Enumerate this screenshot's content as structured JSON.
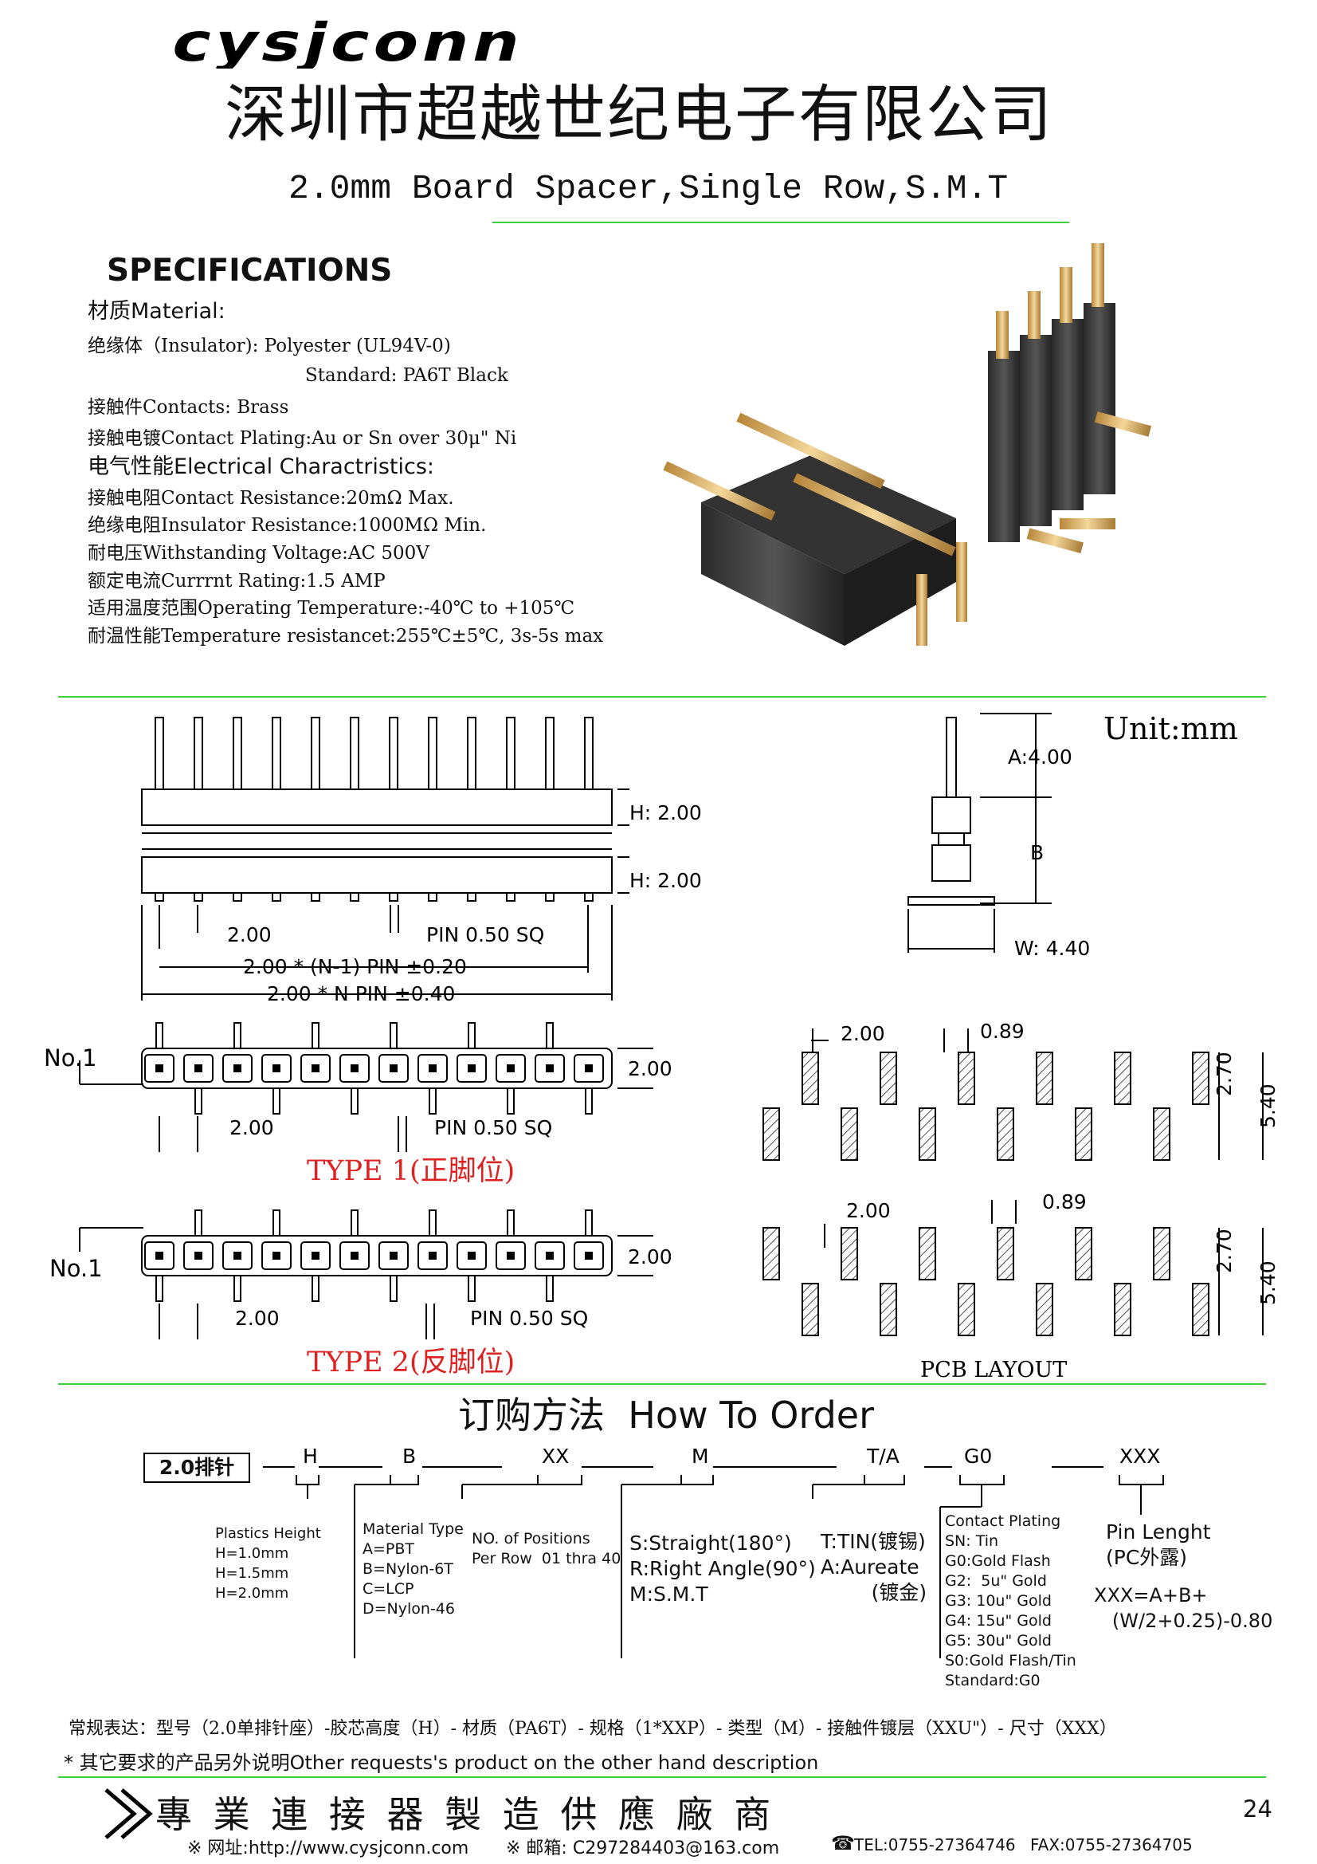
{
  "header": {
    "brand": "cysjconn",
    "company_cn": "深圳市超越世纪电子有限公司",
    "product_title": "2.0mm Board Spacer,Single Row,S.M.T"
  },
  "specs": {
    "heading": "SPECIFICATIONS",
    "material_heading": "材质Material:",
    "insulator": "绝缘体（Insulator): Polyester (UL94V-0)",
    "insulator_standard": "Standard: PA6T Black",
    "contacts": "接触件Contacts: Brass",
    "plating": "接触电镀Contact Plating:Au or Sn over 30μ\" Ni",
    "electrical_heading": "电气性能Electrical Charactristics:",
    "contact_resistance": "接触电阻Contact Resistance:20mΩ Max.",
    "insulator_resistance": "绝缘电阻Insulator Resistance:1000MΩ Min.",
    "withstanding_voltage": "耐电压Withstanding Voltage:AC 500V",
    "current_rating": "额定电流Currrnt Rating:1.5 AMP",
    "operating_temp": "适用温度范围Operating Temperature:-40℃ to +105℃",
    "temp_resistance": "耐温性能Temperature resistancet:255℃±5℃, 3s-5s max"
  },
  "drawing": {
    "unit": "Unit:mm",
    "h1": "H: 2.00",
    "h2": "H: 2.00",
    "pitch": "2.00",
    "pin_sq": "PIN 0.50 SQ",
    "dim_n1": "2.00 * (N-1) PIN ±0.20",
    "dim_n": "2.00 * N PIN ±0.40",
    "a_dim": "A:4.00",
    "b_dim": "B",
    "w_dim": "W: 4.40",
    "no1": "No.1",
    "body_h": "2.00",
    "type1": "TYPE 1(正脚位)",
    "type2": "TYPE 2(反脚位)",
    "pcb_pitch": "2.00",
    "pcb_pad": "0.89",
    "pcb_270": "2.70",
    "pcb_540": "5.40",
    "pcb_layout": "PCB LAYOUT"
  },
  "order": {
    "title": "订购方法  How To Order",
    "code_label": "2.0排针",
    "codes": [
      "H",
      "B",
      "XX",
      "M",
      "T/A",
      "G0",
      "XXX"
    ],
    "plastics": "Plastics Height\nH=1.0mm\nH=1.5mm\nH=2.0mm",
    "material": "Material Type\nA=PBT\nB=Nylon-6T\nC=LCP\nD=Nylon-46",
    "positions": "NO. of Positions\nPer Row  01 thra 40",
    "type": "S:Straight(180°)\nR:Right Angle(90°)\nM:S.M.T",
    "tin": "T:TIN(镀锡)\nA:Aureate\n        (镀金)",
    "plating": "Contact Plating\nSN: Tin\nG0:Gold Flash\nG2:  5u\" Gold\nG3: 10u\" Gold\nG4: 15u\" Gold\nG5: 30u\" Gold\nS0:Gold Flash/Tin\nStandard:G0",
    "pin_length": "Pin Lenght\n(PC外露)",
    "formula": "XXX=A+B+\n   (W/2+0.25)-0.80",
    "note1": "常规表达：型号（2.0单排针座）-胶芯高度（H）- 材质（PA6T）- 规格（1*XXP）- 类型（M）- 接触件镀层（XXU\"）- 尺寸（XXX）",
    "note2": "* 其它要求的产品另外说明Other requests's product on the other hand description"
  },
  "footer": {
    "slogan": "專 業 連 接 器 製 造 供 應 廠 商",
    "page_number": "24",
    "website": "※ 网址:http://www.cysjconn.com",
    "email": "※ 邮箱: C297284403@163.com",
    "tel": "TEL:0755-27364746",
    "fax": "FAX:0755-27364705"
  }
}
